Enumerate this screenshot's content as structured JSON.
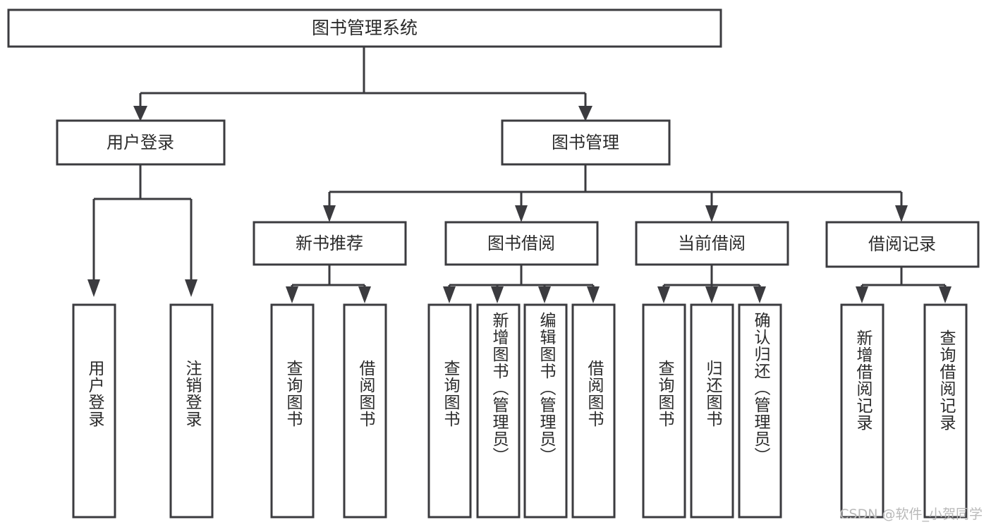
{
  "diagram": {
    "type": "tree-hierarchy",
    "title": "图书管理系统",
    "background_color": "#ffffff",
    "line_color": "#3b3b3f",
    "text_color": "#2b2b2b",
    "root": {
      "label": "图书管理系统"
    },
    "level2": [
      {
        "label": "用户登录"
      },
      {
        "label": "图书管理"
      }
    ],
    "level3": [
      {
        "label": "新书推荐"
      },
      {
        "label": "图书借阅"
      },
      {
        "label": "当前借阅"
      },
      {
        "label": "借阅记录"
      }
    ],
    "leaves": {
      "user_login": [
        {
          "label": "用户登录"
        },
        {
          "label": "注销登录"
        }
      ],
      "new_book_recommend": [
        {
          "label": "查询图书"
        },
        {
          "label": "借阅图书"
        }
      ],
      "book_borrow": [
        {
          "label": "查询图书"
        },
        {
          "label": "新增图书（管理员）"
        },
        {
          "label": "编辑图书（管理员）"
        },
        {
          "label": "借阅图书"
        }
      ],
      "current_borrow": [
        {
          "label": "查询图书"
        },
        {
          "label": "归还图书"
        },
        {
          "label": "确认归还（管理员）"
        }
      ],
      "borrow_record": [
        {
          "label": "新增借阅记录"
        },
        {
          "label": "查询借阅记录"
        }
      ]
    }
  },
  "watermark": {
    "text": "CSDN @软件_小贺同学"
  }
}
